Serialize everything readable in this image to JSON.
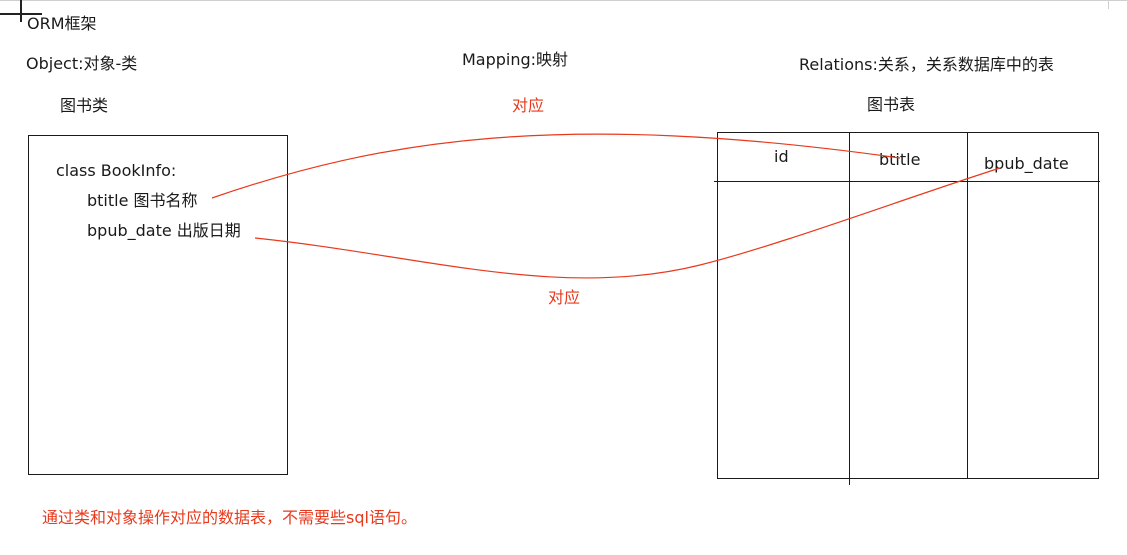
{
  "title": "ORM框架",
  "labels": {
    "object": "Object:对象-类",
    "mapping": "Mapping:映射",
    "relations": "Relations:关系，关系数据库中的表",
    "class_caption": "图书类",
    "mapping_caption_top": "对应",
    "table_caption": "图书表",
    "mapping_caption_bottom": "对应"
  },
  "class_box": {
    "header": "class BookInfo:",
    "fields": [
      "btitle 图书名称",
      "bpub_date 出版日期"
    ]
  },
  "table": {
    "columns": [
      "id",
      "btitle",
      "bpub_date"
    ]
  },
  "footer_note": "通过类和对象操作对应的数据表，不需要些sql语句。",
  "colors": {
    "annotation": "#e8391d",
    "ink": "#1a1a1a"
  }
}
